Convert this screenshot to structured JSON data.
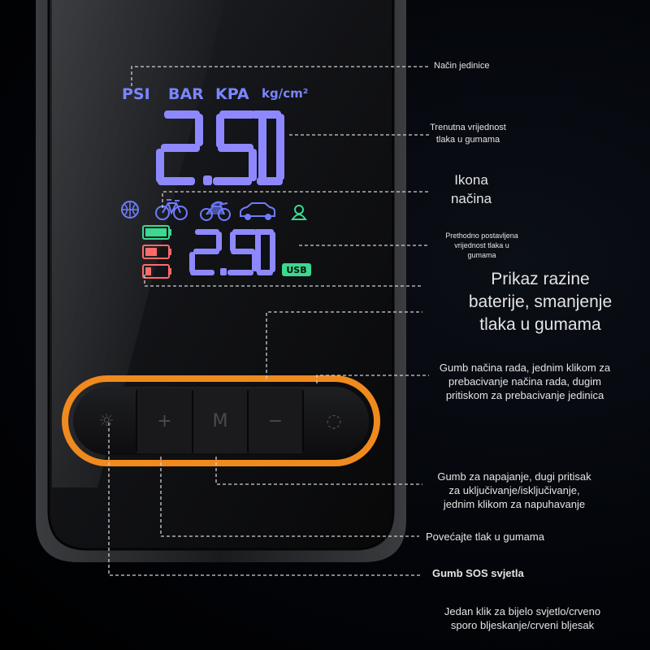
{
  "display": {
    "units": [
      "PSI",
      "BAR",
      "KPA",
      "kg/cm²"
    ],
    "current_pressure": "2.50",
    "preset_pressure": "2.50",
    "usb_label": "USB"
  },
  "buttons": {
    "light_glyph": "☼",
    "plus_glyph": "+",
    "mode_glyph": "M",
    "minus_glyph": "−",
    "power_glyph": "◌"
  },
  "annotations": {
    "unit_mode": "Način jedinice",
    "current_pressure": [
      "Trenutna vrijednost",
      "tlaka u gumama"
    ],
    "mode_icon": [
      "Ikona",
      "načina"
    ],
    "preset_pressure": [
      "Prethodno postavljena",
      "vrijednost tlaka u",
      "gumama"
    ],
    "battery_display": [
      "Prikaz razine",
      "baterije, smanjenje",
      "tlaka u gumama"
    ],
    "mode_button": [
      "Gumb načina rada, jednim klikom za",
      "prebacivanje načina rada, dugim",
      "pritiskom za prebacivanje jedinica"
    ],
    "power_button": [
      "Gumb za napajanje, dugi pritisak",
      "za uključivanje/isključivanje,",
      "jednim klikom za napuhavanje"
    ],
    "increase_pressure": "Povećajte tlak u gumama",
    "sos_light": "Gumb SOS svjetla",
    "light_modes": [
      "Jedan klik za bijelo svjetlo/crveno",
      "sporo bljeskanje/crveni bljesak"
    ]
  },
  "colors": {
    "digits": "#8e88ff",
    "units": "#7a86ff",
    "icons": "#6f7bff",
    "battery_full": "#3cd890",
    "battery_low": "#ff6a6a",
    "usb": "#3cd890",
    "button_ring": "#f08a1e",
    "mode_person": "#3cd890"
  }
}
